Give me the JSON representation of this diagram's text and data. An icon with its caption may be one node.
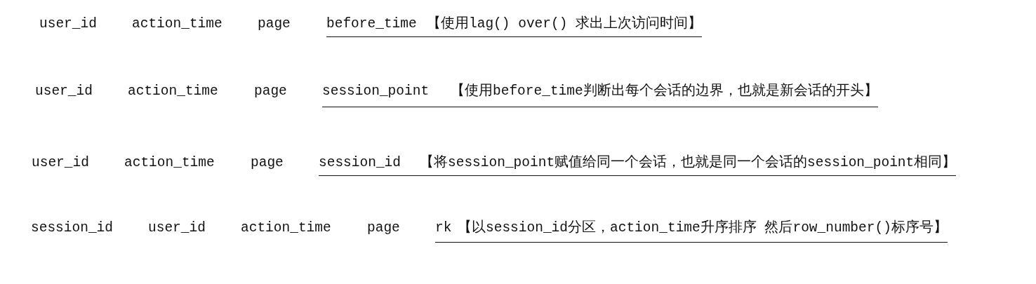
{
  "diagram": {
    "labels": [
      "user_id",
      "action_time",
      "page",
      "before_time",
      "【使用lag() over() 求出上次访问时间】",
      "user_id",
      "action_time",
      "page",
      "session_point",
      "【使用before_time判断出每个会话的边界，也就是新会话的开头】",
      "user_id",
      "action_time",
      "page",
      "session_id",
      "【将session_point赋值给同一个会话，也就是同一个会话的session_point相同】",
      "session_id",
      "user_id",
      "action_time",
      "page",
      "rk",
      "【以session_id分区，action_time升序排序 然后row_number()标序号】"
    ]
  }
}
